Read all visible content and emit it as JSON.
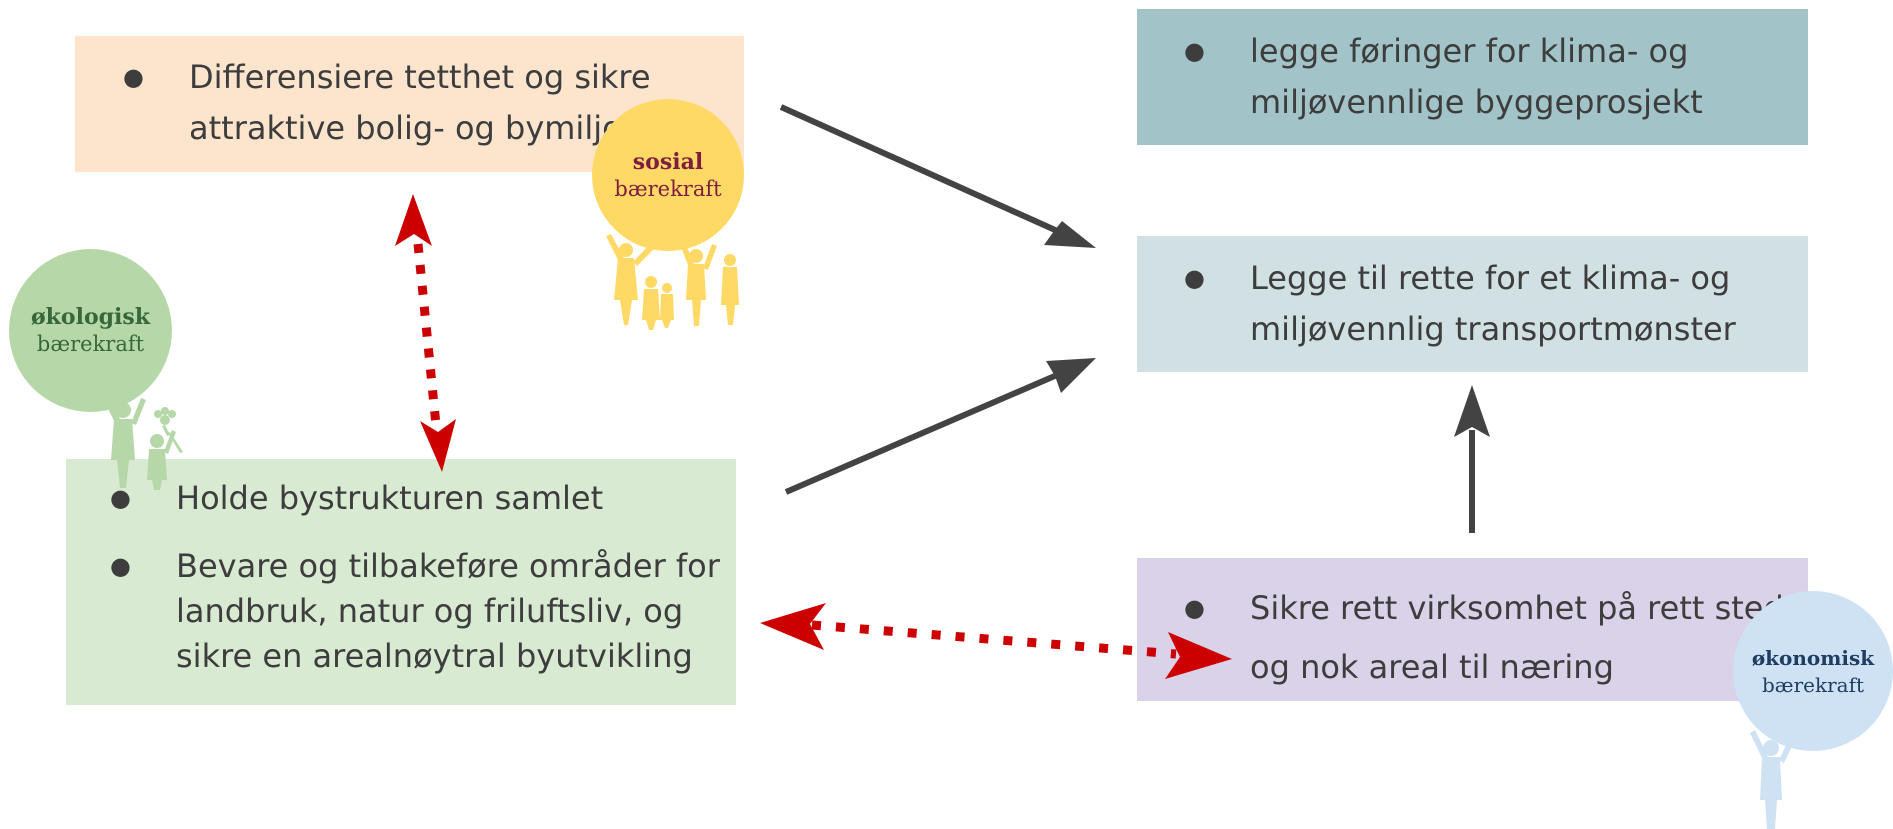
{
  "colors": {
    "social_box": "#fce4cd",
    "ecological_box": "#d9ead3",
    "box_climate_guidelines": "#a2c4c9",
    "box_transport": "#d0e0e3",
    "economic_box": "#d9d2e9",
    "social_circle": "#ffd966",
    "ecological_circle": "#b6d7a8",
    "economic_circle": "#cfe2f3",
    "dark_arrow": "#434343",
    "red_arrow": "#cc0000",
    "text": "#3d3d3d"
  },
  "boxes": {
    "social": {
      "items": [
        "Differensiere tetthet og sikre attraktive bolig- og bymiljø"
      ],
      "lines": [
        [
          "Differensiere tetthet og sikre",
          "attraktive bolig- og bymiljø"
        ]
      ]
    },
    "ecological": {
      "items": [
        "Holde bystrukturen samlet",
        "Bevare og tilbakeføre områder for landbruk, natur og friluftsliv, og sikre en arealnøytral byutvikling"
      ],
      "lines": [
        [
          "Holde bystrukturen samlet"
        ],
        [
          "Bevare og tilbakeføre områder for",
          "landbruk, natur og friluftsliv, og",
          "sikre en arealnøytral byutvikling"
        ]
      ]
    },
    "climate_guidelines": {
      "items": [
        "legge føringer for klima- og miljøvennlige byggeprosjekt"
      ],
      "lines": [
        [
          "legge føringer for klima- og",
          "miljøvennlige byggeprosjekt"
        ]
      ]
    },
    "transport": {
      "items": [
        "Legge til rette for et klima- og miljøvennlig transportmønster"
      ],
      "lines": [
        [
          "Legge til rette for et klima- og",
          "miljøvennlig transportmønster"
        ]
      ]
    },
    "economic": {
      "items": [
        "Sikre rett virksomhet på rett sted, og nok areal til næring"
      ],
      "lines": [
        [
          "Sikre rett virksomhet på rett sted,",
          "og nok areal til næring"
        ]
      ]
    }
  },
  "badges": {
    "social": {
      "title": "sosial",
      "subtitle": "bærekraft",
      "title_color": "#7f1d3f",
      "subtitle_color": "#7f1d3f"
    },
    "ecological": {
      "title": "økologisk",
      "subtitle": "bærekraft",
      "title_color": "#38683a",
      "subtitle_color": "#38683a"
    },
    "economic": {
      "title": "økonomisk",
      "subtitle": "bærekraft",
      "title_color": "#1f3c63",
      "subtitle_color": "#1f3c63"
    }
  },
  "figure_icons": {
    "social": "people-holding-up-icon",
    "ecological": "people-holding-up-icon",
    "economic": "person-holding-up-icon"
  }
}
